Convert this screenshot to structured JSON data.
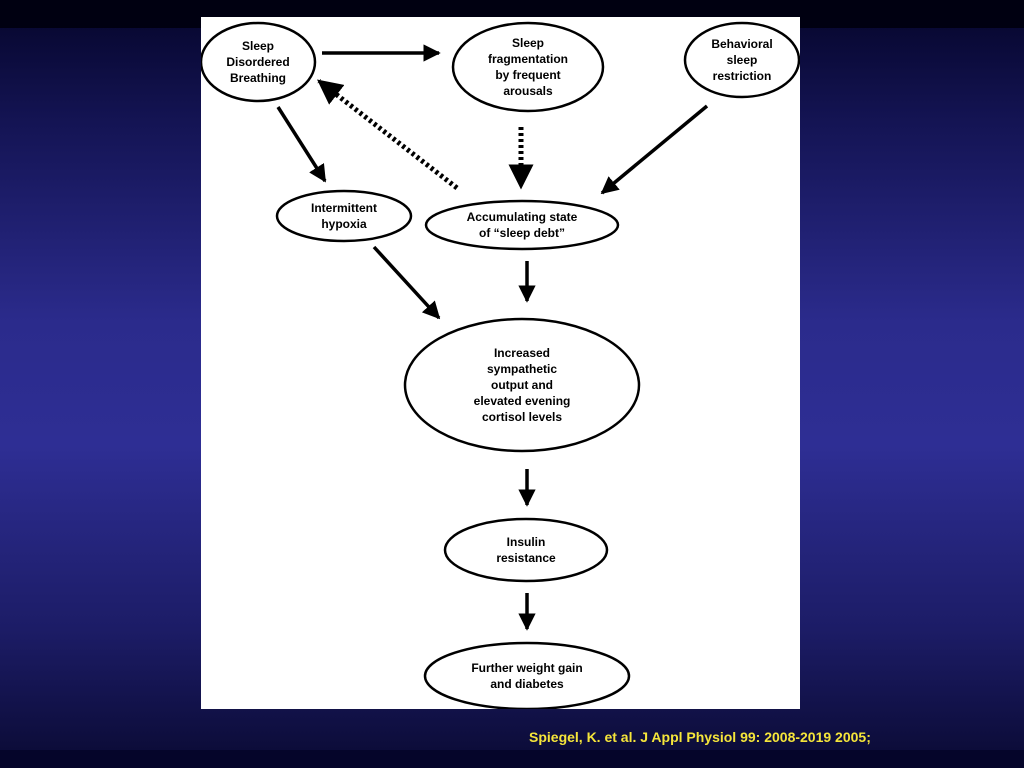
{
  "diagram": {
    "nodes": [
      {
        "id": "sdb",
        "lines": [
          "Sleep",
          "Disordered",
          "Breathing"
        ]
      },
      {
        "id": "frag",
        "lines": [
          "Sleep",
          "fragmentation",
          "by frequent",
          "arousals"
        ]
      },
      {
        "id": "behav",
        "lines": [
          "Behavioral",
          "sleep",
          "restriction"
        ]
      },
      {
        "id": "hypoxia",
        "lines": [
          "Intermittent",
          "hypoxia"
        ]
      },
      {
        "id": "debt",
        "lines": [
          "Accumulating state",
          "of “sleep debt”"
        ]
      },
      {
        "id": "sympathetic",
        "lines": [
          "Increased",
          "sympathetic",
          "output and",
          "elevated evening",
          "cortisol levels"
        ]
      },
      {
        "id": "insulin",
        "lines": [
          "Insulin",
          "resistance"
        ]
      },
      {
        "id": "diabetes",
        "lines": [
          "Further weight gain",
          "and diabetes"
        ]
      }
    ],
    "edges": [
      {
        "from": "sdb",
        "to": "frag",
        "style": "solid"
      },
      {
        "from": "sdb",
        "to": "hypoxia",
        "style": "solid"
      },
      {
        "from": "frag",
        "to": "debt",
        "style": "dotted"
      },
      {
        "from": "debt",
        "to": "sdb",
        "style": "dotted"
      },
      {
        "from": "behav",
        "to": "debt",
        "style": "solid"
      },
      {
        "from": "hypoxia",
        "to": "sympathetic",
        "style": "solid"
      },
      {
        "from": "debt",
        "to": "sympathetic",
        "style": "solid"
      },
      {
        "from": "sympathetic",
        "to": "insulin",
        "style": "solid"
      },
      {
        "from": "insulin",
        "to": "diabetes",
        "style": "solid"
      }
    ]
  },
  "citation": "Spiegel, K. et al. J Appl Physiol 99: 2008-2019 2005;",
  "colors": {
    "citation_text": "#f5e53a",
    "figure_background": "#ffffff",
    "ink": "#000000"
  }
}
